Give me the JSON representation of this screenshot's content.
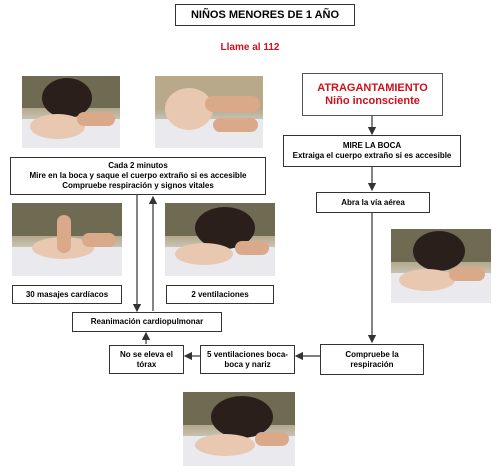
{
  "title": "NIÑOS MENORES DE 1 AÑO",
  "call": "Llame al 112",
  "header_box": {
    "line1": "ATRAGANTAMIENTO",
    "line2": "Niño inconsciente"
  },
  "every2_box": {
    "line1": "Cada 2 minutos",
    "line2": "Mire en la boca y saque el cuerpo extraño si es accesible",
    "line3": "Compruebe respiración y signos vitales"
  },
  "mouth_box": {
    "line1": "MIRE LA BOCA",
    "line2": "Extraiga el cuerpo extraño si es accesible"
  },
  "airway_box": "Abra la vía aérea",
  "compressions_box": "30 masajes cardíacos",
  "ventilations_box": "2 ventilaciones",
  "cpr_box": "Reanimación cardiopulmonar",
  "chest_box": {
    "line1": "No se eleva el",
    "line2": "tórax"
  },
  "five_vent_box": {
    "line1": "5 ventilaciones boca-",
    "line2": "boca y nariz"
  },
  "check_breath_box": {
    "line1": "Compruebe la",
    "line2": "respiración"
  },
  "colors": {
    "accent_red": "#d0101a",
    "border": "#333333",
    "arrow": "#333333"
  }
}
